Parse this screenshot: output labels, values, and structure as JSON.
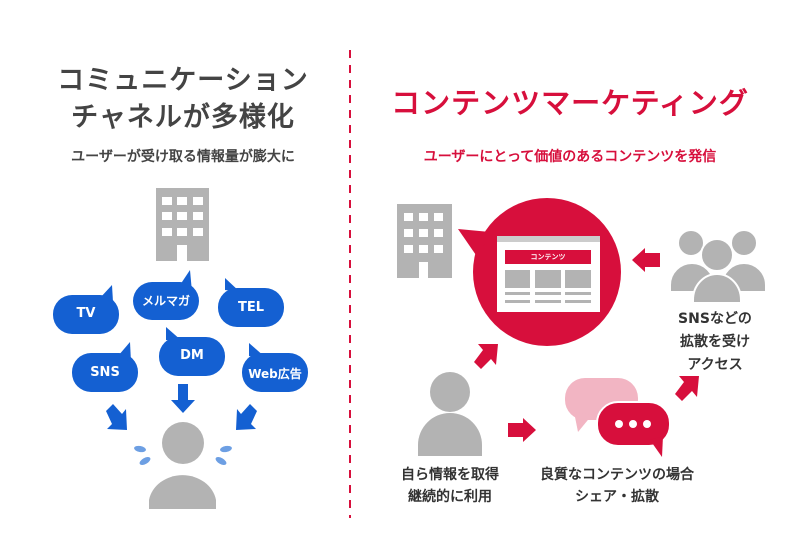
{
  "colors": {
    "accent": "#d70f3c",
    "blue": "#1460d2",
    "gray": "#b3b3b3",
    "pink": "#f2b5c3"
  },
  "left": {
    "title_line1": "コミュニケーション",
    "title_line2": "チャネルが多様化",
    "subtitle": "ユーザーが受け取る情報量が膨大に",
    "channels": [
      "TV",
      "メルマガ",
      "TEL",
      "SNS",
      "DM",
      "Web広告"
    ]
  },
  "right": {
    "title": "コンテンツマーケティング",
    "subtitle": "ユーザーにとって価値のあるコンテンツを発信",
    "content_label": "コンテンツ",
    "user_label_line1": "自ら情報を取得",
    "user_label_line2": "継続的に利用",
    "share_label_line1": "良質なコンテンツの場合",
    "share_label_line2": "シェア・拡散",
    "sns_label_line1": "SNSなどの",
    "sns_label_line2": "拡散を受け",
    "sns_label_line3": "アクセス"
  }
}
